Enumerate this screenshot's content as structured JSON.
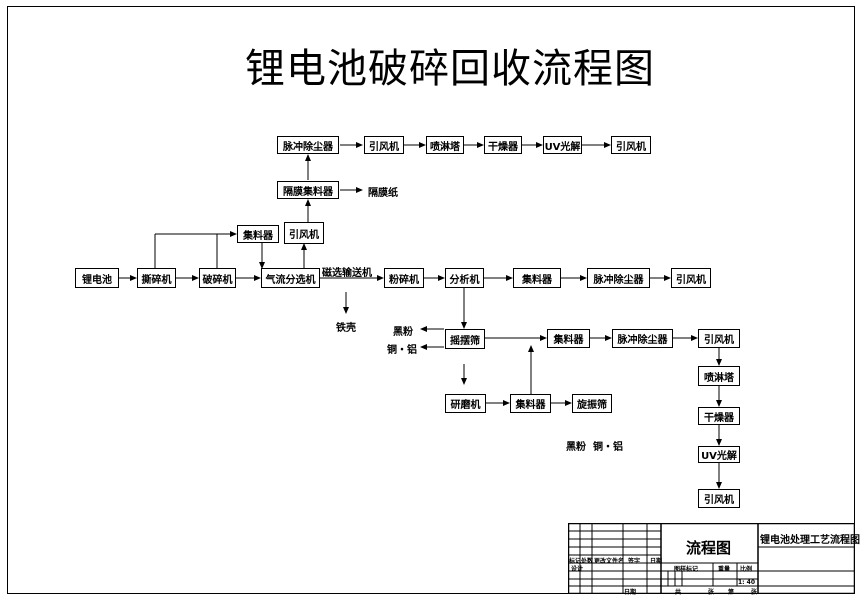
{
  "title": "锂电池破碎回收流程图",
  "nodes": {
    "pulse_dust_1": "脉冲除尘器",
    "fan_1": "引风机",
    "spray_tower_1": "喷淋塔",
    "dryer_1": "干燥器",
    "uv_1": "UV光解",
    "fan_2": "引风机",
    "separator_collector": "隔膜集料器",
    "separator_paper": "隔膜纸",
    "collector_top": "集料器",
    "fan_top": "引风机",
    "battery": "锂电池",
    "shredder": "撕碎机",
    "crusher": "破碎机",
    "airflow_separator": "气流分选机",
    "magnetic_conveyor": "磁选输送机",
    "pulverizer": "粉碎机",
    "analyzer": "分析机",
    "collector_2": "集料器",
    "pulse_dust_2": "脉冲除尘器",
    "fan_3": "引风机",
    "iron_shell": "铁壳",
    "graphite_1": "黑粉",
    "copper_aluminum_1": "铜・铝",
    "shaker_screen": "摇摆筛",
    "collector_3": "集料器",
    "pulse_dust_3": "脉冲除尘器",
    "fan_4": "引风机",
    "grinder": "研磨机",
    "collector_4": "集料器",
    "rotary_screen": "旋振筛",
    "graphite_2": "黑粉",
    "copper_aluminum_2": "铜・铝",
    "spray_tower_2": "喷淋塔",
    "dryer_2": "干燥器",
    "uv_2": "UV光解",
    "fan_5": "引风机"
  },
  "title_block": {
    "drawing_name": "流程图",
    "project": "锂电池处理工艺流程图",
    "marks": [
      "标记",
      "处数",
      "更改文件名",
      "签字",
      "日期"
    ],
    "design": "设计",
    "stage_mark": "图样标记",
    "weight": "重量",
    "ratio_label": "比例",
    "ratio_value": "1: 40",
    "date": "日期",
    "total": "共",
    "sheets": "张",
    "sheet_no": "第",
    "sheet_suffix": "张"
  }
}
